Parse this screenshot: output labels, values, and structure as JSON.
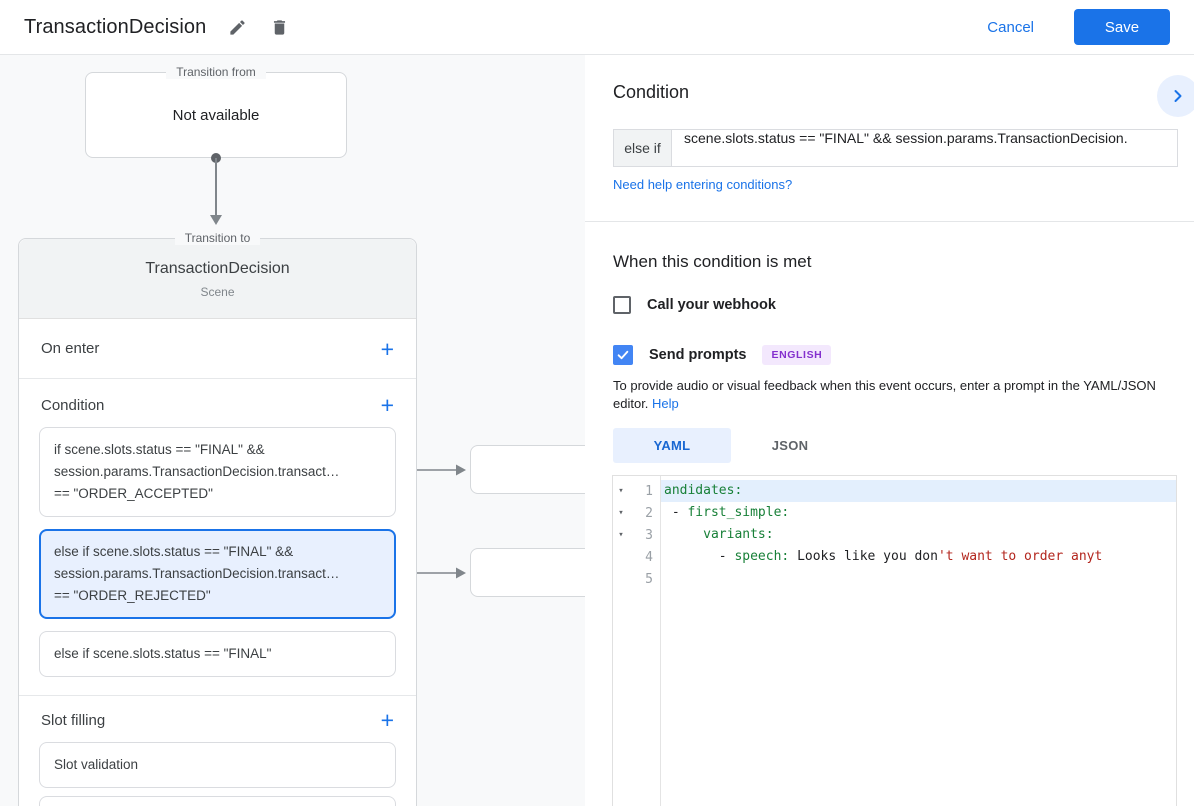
{
  "header": {
    "title": "TransactionDecision",
    "cancel_label": "Cancel",
    "save_label": "Save"
  },
  "palette": {
    "accent_blue": "#1a73e8",
    "selected_fill": "#e8f0fe",
    "code_key_green": "#188038",
    "code_string_red": "#b3261e",
    "badge_purple": "#8430ce"
  },
  "canvas": {
    "transition_from": {
      "legend": "Transition from",
      "content": "Not available"
    },
    "transition_to": {
      "legend": "Transition to",
      "title": "TransactionDecision",
      "subtitle": "Scene",
      "on_enter_label": "On enter",
      "condition_label": "Condition",
      "condition_items": [
        {
          "selected": false,
          "lines": [
            "if scene.slots.status == \"FINAL\" &&",
            "session.params.TransactionDecision.transact…",
            "== \"ORDER_ACCEPTED\""
          ]
        },
        {
          "selected": true,
          "lines": [
            "else if scene.slots.status == \"FINAL\" &&",
            "session.params.TransactionDecision.transact…",
            "== \"ORDER_REJECTED\""
          ]
        },
        {
          "selected": false,
          "lines": [
            "else if scene.slots.status == \"FINAL\""
          ]
        }
      ],
      "slot_filling_label": "Slot filling",
      "slot_items": [
        "Slot validation"
      ]
    }
  },
  "panel": {
    "title": "Condition",
    "condition_row": {
      "prefix": "else if",
      "value": "scene.slots.status == \"FINAL\" && session.params.TransactionDecision."
    },
    "help_link": "Need help entering conditions?",
    "when_met_heading": "When this condition is met",
    "webhook": {
      "label": "Call your webhook",
      "checked": false
    },
    "prompts": {
      "label": "Send prompts",
      "checked": true,
      "badge": "ENGLISH"
    },
    "description": "To provide audio or visual feedback when this event occurs, enter a prompt in the YAML/JSON editor.",
    "description_help": "Help",
    "tabs": [
      {
        "label": "YAML",
        "active": true
      },
      {
        "label": "JSON",
        "active": false
      }
    ],
    "editor_lines": [
      {
        "num": "1",
        "fold": true,
        "highlight": true,
        "tokens": [
          {
            "t": "andidates:",
            "c": "key"
          }
        ]
      },
      {
        "num": "2",
        "fold": true,
        "highlight": false,
        "tokens": [
          {
            "t": " - ",
            "c": "plain"
          },
          {
            "t": "first_simple:",
            "c": "key"
          }
        ]
      },
      {
        "num": "3",
        "fold": true,
        "highlight": false,
        "tokens": [
          {
            "t": "     ",
            "c": "plain"
          },
          {
            "t": "variants:",
            "c": "key"
          }
        ]
      },
      {
        "num": "4",
        "fold": false,
        "highlight": false,
        "tokens": [
          {
            "t": "       - ",
            "c": "plain"
          },
          {
            "t": "speech:",
            "c": "key"
          },
          {
            "t": " Looks like you don",
            "c": "plain"
          },
          {
            "t": "'t want to order anyt",
            "c": "string"
          }
        ]
      },
      {
        "num": "5",
        "fold": false,
        "highlight": false,
        "tokens": []
      }
    ]
  }
}
